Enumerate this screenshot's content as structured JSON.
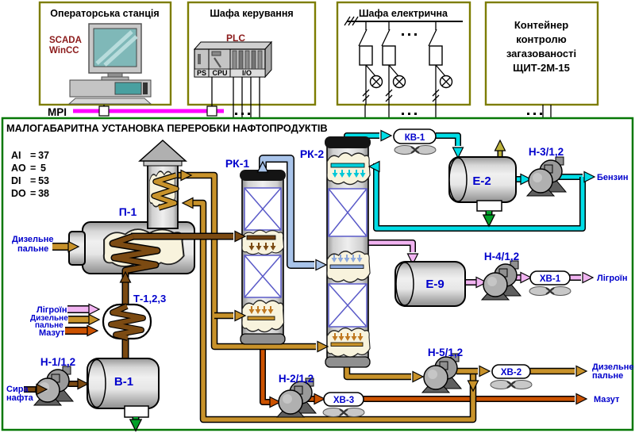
{
  "op_station": {
    "title": "Операторська станція",
    "scada": "SCADA",
    "wincc": "WinCC"
  },
  "control_cab": {
    "title": "Шафа керування",
    "plc": "PLC",
    "ps": "PS",
    "cpu": "CPU",
    "io": "I/O"
  },
  "elec_cab": {
    "title": "Шафа електрична"
  },
  "container": {
    "line1": "Контейнер",
    "line2": "контролю",
    "line3": "загазованості",
    "line4": "ЩИТ-2М-15"
  },
  "bus": {
    "label": "MPI"
  },
  "plant": {
    "title": "МАЛОГАБАРИТНА УСТАНОВКА ПЕРЕРОБКИ НАФТОПРОДУКТІВ",
    "io_rows": [
      {
        "label": "AI",
        "eq": "=",
        "value": "37"
      },
      {
        "label": "AO",
        "eq": "=",
        "value": "5"
      },
      {
        "label": "DI",
        "eq": "=",
        "value": "53"
      },
      {
        "label": "DO",
        "eq": "=",
        "value": "38"
      }
    ],
    "equipment": {
      "p1": "П-1",
      "rk1": "РК-1",
      "rk2": "РК-2",
      "t123": "Т-1,2,3",
      "v1": "В-1",
      "e2": "Е-2",
      "e9": "Е-9",
      "n1": "Н-1/1,2",
      "n2": "Н-2/1,2",
      "n3": "Н-3/1,2",
      "n4": "Н-4/1,2",
      "n5": "Н-5/1,2",
      "kv1": "КВ-1",
      "xv1": "ХВ-1",
      "xv2": "ХВ-2",
      "xv3": "ХВ-3"
    },
    "streams": {
      "crude1": "Сира",
      "crude2": "нафта",
      "diesel_in1": "Дизельне",
      "diesel_in2": "пальне",
      "ligroin_in": "Лігроїн",
      "diesel_t1": "Дизельне",
      "diesel_t2": "пальне",
      "mazut_in": "Мазут",
      "benzin": "Бензин",
      "ligroin_out": "Лігроїн",
      "diesel_out1": "Дизельне",
      "diesel_out2": "пальне",
      "mazut_out": "Мазут"
    },
    "colors": {
      "hot_oil": "#C8922A",
      "gasoline": "#00DDE6",
      "ligroin": "#F2B4F2",
      "vapor": "#A9C4EA",
      "crude": "#7B4A12",
      "mazut": "#CC5200",
      "drain": "#00A028",
      "vent": "#BDB23B",
      "mpi_bus": "#FF00FF"
    }
  }
}
